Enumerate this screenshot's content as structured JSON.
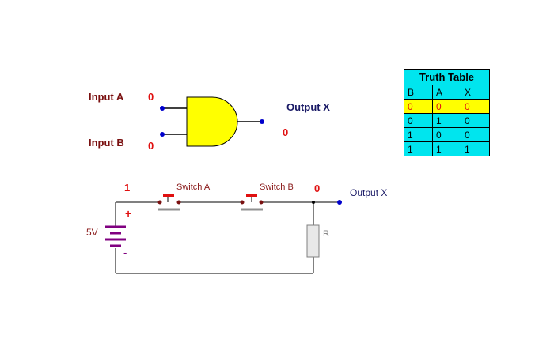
{
  "gate": {
    "input_a_label": "Input A",
    "input_a_value": "0",
    "input_b_label": "Input B",
    "input_b_value": "0",
    "output_label": "Output X",
    "output_value": "0"
  },
  "circuit": {
    "source_value": "1",
    "plus_sign": "+",
    "minus_sign": "-",
    "battery_label": "5V",
    "switch_a_label": "Switch A",
    "switch_b_label": "Switch B",
    "output_value": "0",
    "output_label": "Output X",
    "resistor_label": "R"
  },
  "truth_table": {
    "title": "Truth Table",
    "headers": [
      "B",
      "A",
      "X"
    ],
    "rows": [
      [
        "0",
        "0",
        "0"
      ],
      [
        "0",
        "1",
        "0"
      ],
      [
        "1",
        "0",
        "0"
      ],
      [
        "1",
        "1",
        "1"
      ]
    ],
    "highlighted_row": 0
  },
  "colors": {
    "gate_fill": "#ffff00",
    "terminal": "#0000cc",
    "wire": "#000000",
    "value_red": "#e01010",
    "battery": "#800080",
    "table_bg": "#00e5ee",
    "table_highlight": "#ffff00"
  }
}
